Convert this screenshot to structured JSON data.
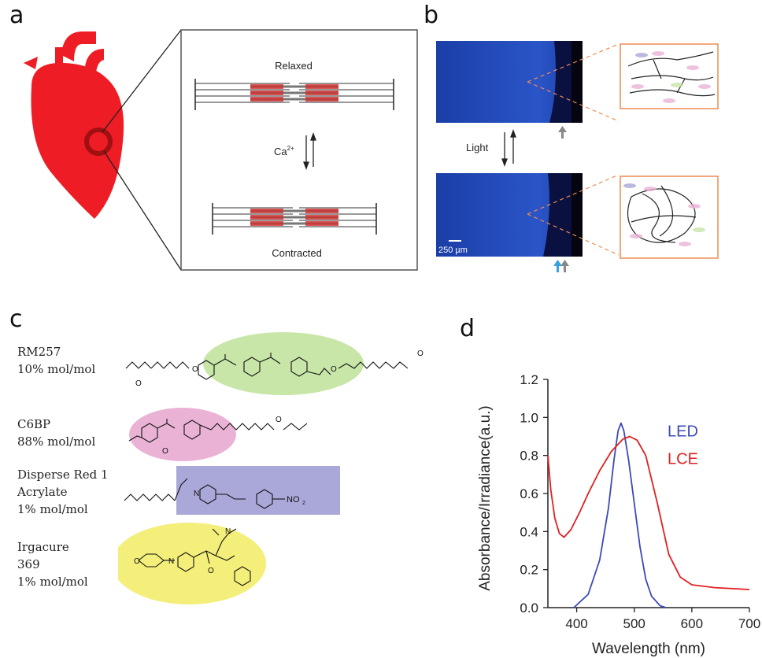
{
  "panels": {
    "a": "a",
    "b": "b",
    "c": "c",
    "d": "d"
  },
  "panel_a": {
    "relaxed": "Relaxed",
    "contracted": "Contracted",
    "ion": "Ca",
    "ion_charge": "2+"
  },
  "panel_b": {
    "light": "Light",
    "scalebar": "250 µm"
  },
  "panel_c": {
    "compounds": [
      {
        "name": "RM257",
        "amount": "10% mol/mol"
      },
      {
        "name": "C6BP",
        "amount": "88% mol/mol"
      },
      {
        "name_line1": "Disperse Red 1",
        "name_line2": "Acrylate",
        "amount": "1% mol/mol"
      },
      {
        "name_line1": "Irgacure",
        "name_line2": "369",
        "amount": "1% mol/mol"
      }
    ],
    "nitro": "NO",
    "nitro_sub": "2",
    "atom_O": "O",
    "atom_N": "N"
  },
  "colors": {
    "heart": "#ee1c24",
    "relaxed_highlight": "#c8e6a8",
    "pink_highlight": "#eab3d6",
    "purple_highlight": "#aaa8d8",
    "yellow_highlight": "#f4ef7a",
    "led": "#3a4bb5",
    "lce": "#e02020",
    "film_blue": "#1a3fa8",
    "orange_dash": "#ef8a52"
  },
  "chart_data": {
    "type": "line",
    "xlabel": "Wavelength (nm)",
    "ylabel": "Absorbance/Irradiance(a.u.)",
    "xlim": [
      350,
      700
    ],
    "ylim": [
      0.0,
      1.2
    ],
    "xticks": [
      "400",
      "500",
      "600",
      "700"
    ],
    "yticks": [
      "0.0",
      "0.2",
      "0.4",
      "0.6",
      "0.8",
      "1.0",
      "1.2"
    ],
    "series": [
      {
        "name": "LED",
        "x": [
          395,
          420,
          440,
          455,
          465,
          472,
          477,
          482,
          490,
          500,
          510,
          520,
          530,
          545,
          555
        ],
        "y": [
          0.0,
          0.07,
          0.25,
          0.52,
          0.78,
          0.93,
          0.97,
          0.93,
          0.78,
          0.55,
          0.32,
          0.15,
          0.06,
          0.01,
          0.0
        ]
      },
      {
        "name": "LCE",
        "x": [
          350,
          355,
          362,
          370,
          378,
          390,
          405,
          420,
          440,
          460,
          480,
          492,
          505,
          520,
          540,
          560,
          580,
          600,
          640,
          700
        ],
        "y": [
          0.8,
          0.62,
          0.47,
          0.39,
          0.37,
          0.41,
          0.5,
          0.6,
          0.72,
          0.82,
          0.885,
          0.9,
          0.88,
          0.8,
          0.55,
          0.28,
          0.16,
          0.12,
          0.105,
          0.095
        ]
      }
    ],
    "legend": [
      "LED",
      "LCE"
    ],
    "legend_position": "right"
  }
}
